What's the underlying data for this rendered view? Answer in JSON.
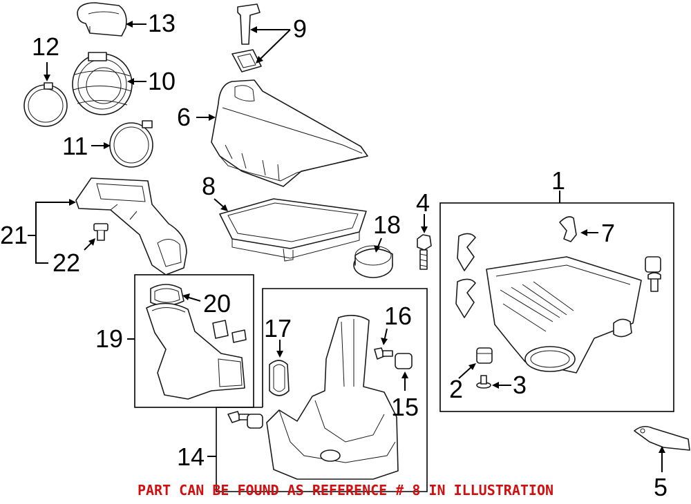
{
  "diagram": {
    "callouts": [
      "1",
      "2",
      "3",
      "4",
      "5",
      "6",
      "7",
      "8",
      "9",
      "10",
      "11",
      "12",
      "13",
      "14",
      "15",
      "16",
      "17",
      "18",
      "19",
      "20",
      "21",
      "22"
    ],
    "footer_note": "PART CAN BE FOUND AS REFERENCE # 8 IN ILLUSTRATION",
    "colors": {
      "line": "#1a1a1a",
      "note": "#d01010",
      "background": "#ffffff"
    }
  }
}
